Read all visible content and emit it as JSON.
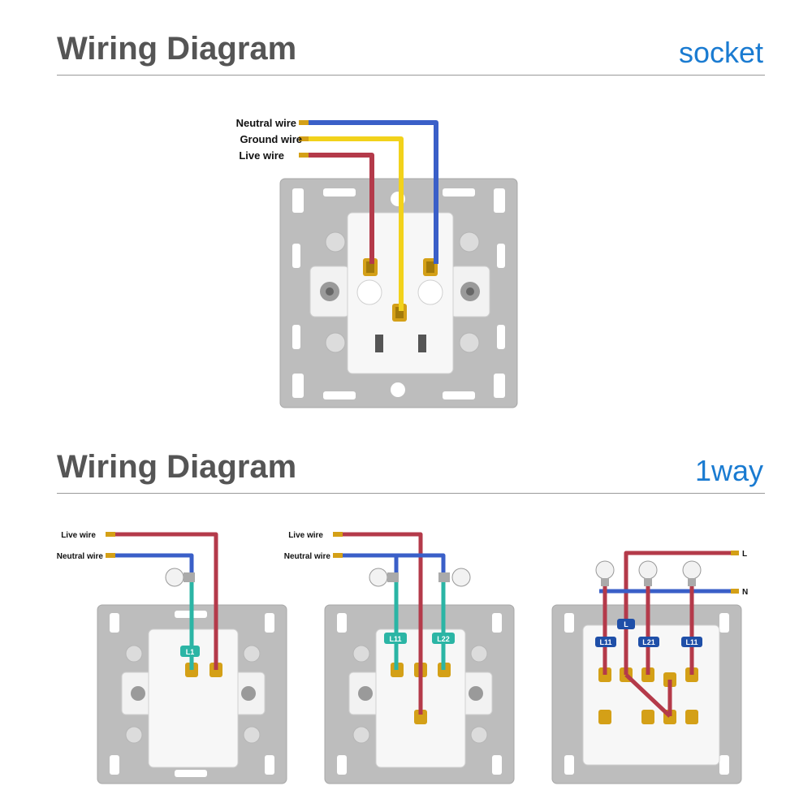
{
  "section_socket": {
    "title": "Wiring Diagram",
    "tag": "socket",
    "labels": {
      "neutral": "Neutral wire",
      "ground": "Ground wire",
      "live": "Live wire"
    }
  },
  "section_1way": {
    "title": "Wiring Diagram",
    "tag": "1way",
    "panel_a": {
      "live": "Live wire",
      "neutral": "Neutral wire",
      "terminal": "L1"
    },
    "panel_b": {
      "live": "Live wire",
      "neutral": "Neutral wire",
      "terminal_1": "L11",
      "terminal_2": "L22"
    },
    "panel_c": {
      "line": "L",
      "neutral": "N",
      "terminal_l": "L",
      "terminal_1": "L11",
      "terminal_2": "L21",
      "terminal_3": "L11"
    }
  },
  "colors": {
    "live": "#b43a4a",
    "neutral": "#3a5fc8",
    "ground": "#f2d21b",
    "switched": "#2bb5a5",
    "brass": "#d4a017",
    "title": "#555555",
    "accent": "#1a7bd1",
    "frame": "#bdbdbd"
  }
}
